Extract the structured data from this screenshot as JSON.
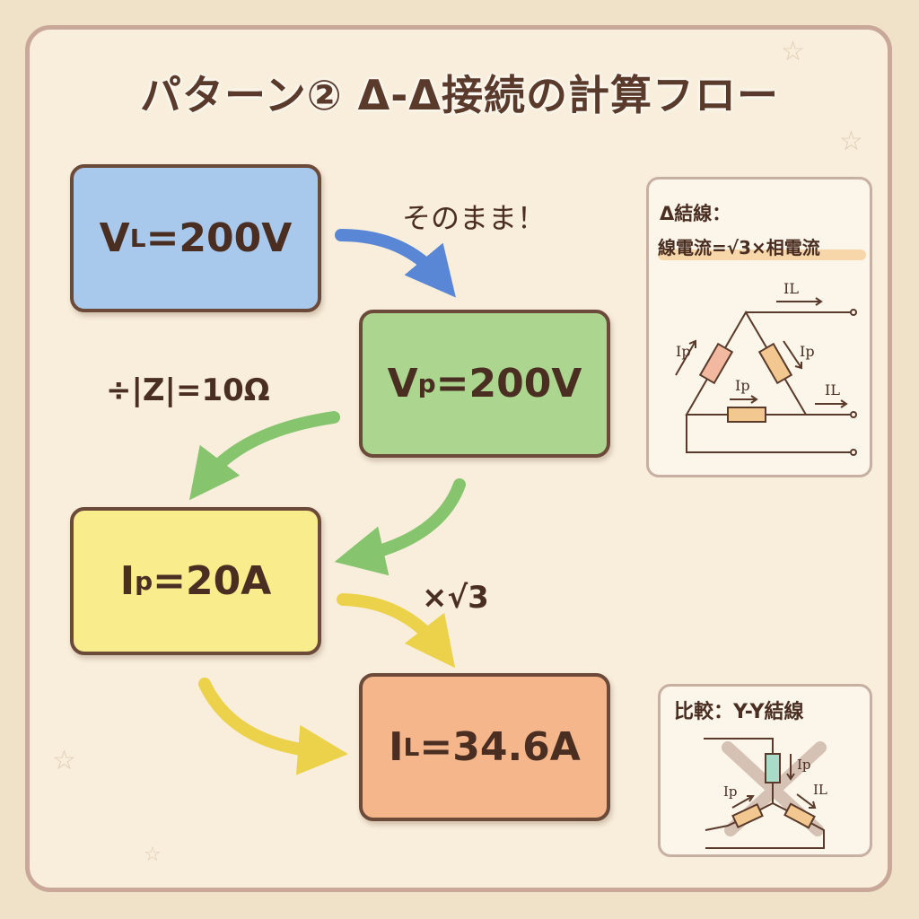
{
  "title": "パターン② Δ-Δ接続の計算フロー",
  "boxes": {
    "vl": {
      "main": "V",
      "sub": "L",
      "value": "=200V",
      "color": "#a9c9ec"
    },
    "vp": {
      "main": "V",
      "sub": "p",
      "value": "=200V",
      "color": "#acd690"
    },
    "ip": {
      "main": "I",
      "sub": "p",
      "value": "=20A",
      "color": "#f8ec8c"
    },
    "il": {
      "main": "I",
      "sub": "L",
      "value": "=34.6A",
      "color": "#f5b68c"
    }
  },
  "labels": {
    "as_is": "そのまま！",
    "divide": "÷|Z|=10Ω",
    "multiply": "×√3"
  },
  "delta_panel": {
    "heading": "Δ結線：",
    "formula": "線電流=√3×相電流",
    "il": "IL",
    "ip": "Ip"
  },
  "y_panel": {
    "heading": "比較：Y-Y結線",
    "ip": "Ip",
    "il": "IL"
  }
}
